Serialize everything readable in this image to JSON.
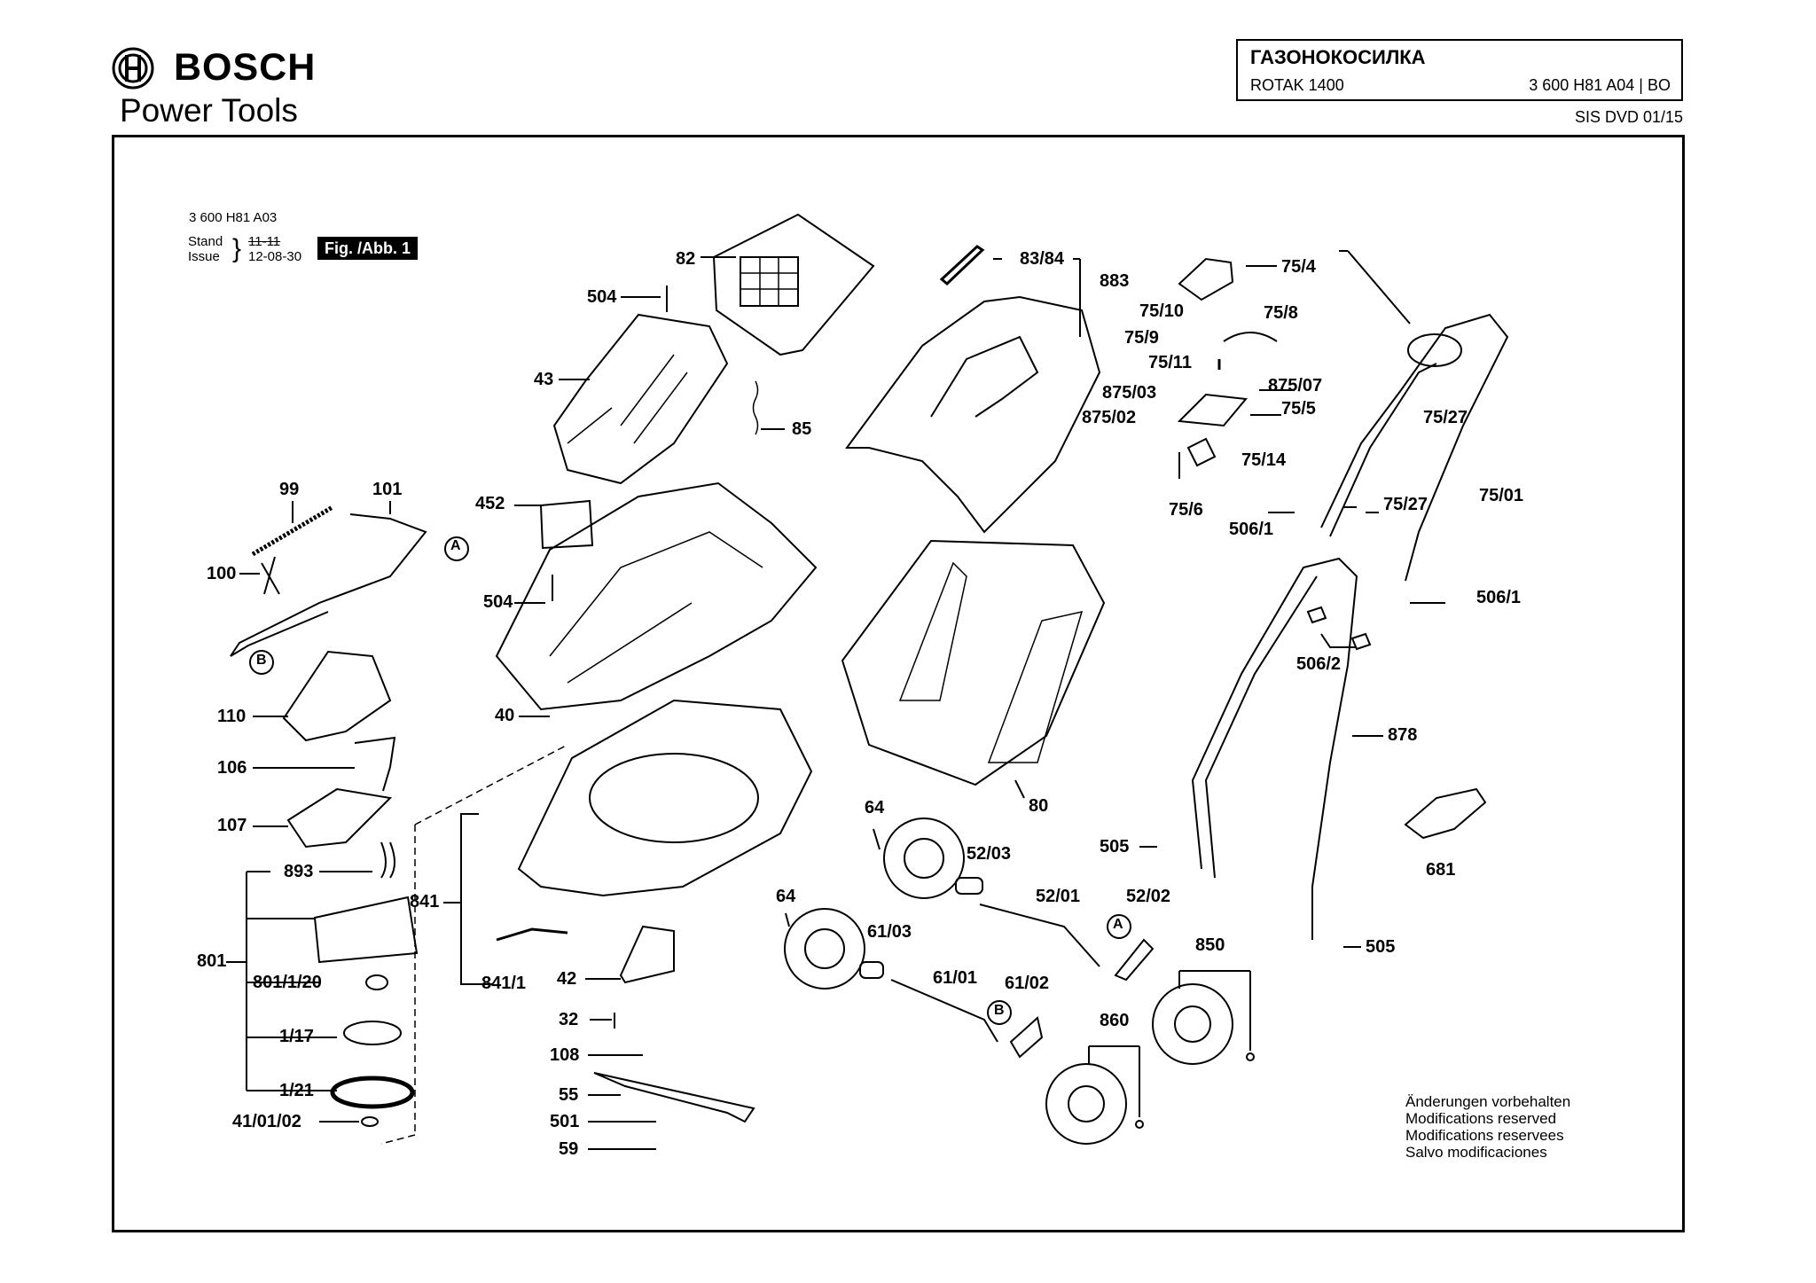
{
  "header": {
    "brand": "BOSCH",
    "brand_sub": "Power Tools",
    "doc_title": "ГАЗОНОКОСИЛКА",
    "model": "ROTAK 1400",
    "part_no": "3 600 H81 A04 | BO",
    "dvd": "SIS DVD 01/15"
  },
  "figure_meta": {
    "ref": "3 600 H81 A03",
    "stand": "Stand",
    "issue": "Issue",
    "stand_val": "11-11",
    "issue_val": "12-08-30",
    "fig_badge": "Fig. /Abb. 1"
  },
  "callouts": {
    "c82": "82",
    "c504a": "504",
    "c43": "43",
    "c85": "85",
    "c99": "99",
    "c101": "101",
    "c100": "100",
    "c452": "452",
    "c504b": "504",
    "c110": "110",
    "c40": "40",
    "c106": "106",
    "c107": "107",
    "c893": "893",
    "c801": "801",
    "c801_1_20": "801/1/20",
    "c1_17": "1/17",
    "c1_21": "1/21",
    "c41_01_02": "41/01/02",
    "c841": "841",
    "c841_1": "841/1",
    "c42": "42",
    "c32": "32",
    "c108": "108",
    "c55": "55",
    "c501": "501",
    "c59": "59",
    "c83_84": "83/84",
    "c883": "883",
    "c80": "80",
    "c64a": "64",
    "c52_03": "52/03",
    "c64b": "64",
    "c61_03": "61/03",
    "c52_01": "52/01",
    "c52_02": "52/02",
    "c61_01": "61/01",
    "c61_02": "61/02",
    "c860": "860",
    "c850": "850",
    "c75_4": "75/4",
    "c75_10": "75/10",
    "c75_8": "75/8",
    "c75_9": "75/9",
    "c75_11": "75/11",
    "c875_03": "875/03",
    "c875_07": "875/07",
    "c875_02": "875/02",
    "c75_5": "75/5",
    "c75_14": "75/14",
    "c75_6": "75/6",
    "c506_1a": "506/1",
    "c75_27a": "75/27",
    "c75_27b": "75/27",
    "c75_01": "75/01",
    "c506_1b": "506/1",
    "c506_2": "506/2",
    "c878": "878",
    "c505a": "505",
    "c505b": "505",
    "c681": "681"
  },
  "markers": {
    "A": "A",
    "B": "B"
  },
  "notes": [
    "Änderungen vorbehalten",
    "Modifications reserved",
    "Modifications reservees",
    "Salvo modificaciones"
  ]
}
